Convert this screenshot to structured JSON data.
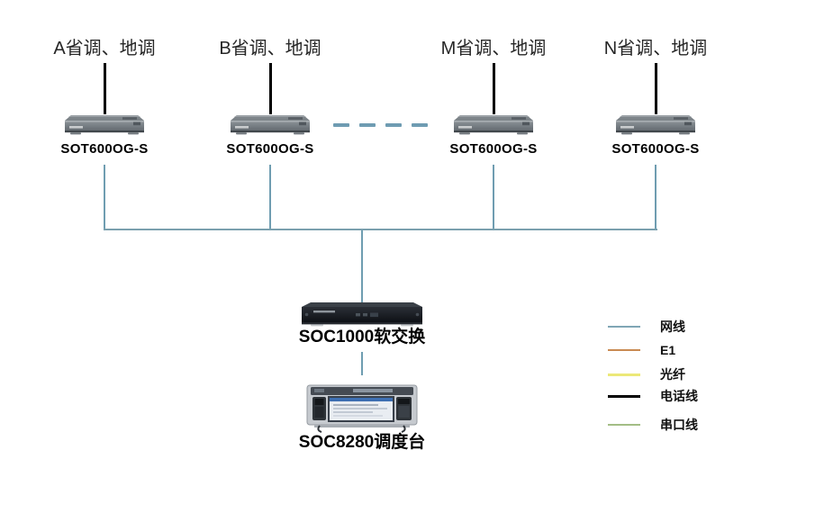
{
  "diagram": {
    "title_implicit": "",
    "top_nodes": [
      {
        "id": "A",
        "label": "A省调、地调",
        "device_label": "SOT600OG-S"
      },
      {
        "id": "B",
        "label": "B省调、地调",
        "device_label": "SOT600OG-S"
      },
      {
        "id": "M",
        "label": "M省调、地调",
        "device_label": "SOT600OG-S"
      },
      {
        "id": "N",
        "label": "N省调、地调",
        "device_label": "SOT600OG-S"
      }
    ],
    "ellipsis_between": [
      "B",
      "M"
    ],
    "core_node": {
      "device_label": "SOC1000软交换"
    },
    "console_node": {
      "device_label": "SOC8280调度台"
    },
    "legend": {
      "items": [
        {
          "label": "网线",
          "color": "#7fa6b5",
          "style": "solid"
        },
        {
          "label": "E1",
          "color": "#c98a52",
          "style": "solid"
        },
        {
          "label": "光纤",
          "color": "#ece878",
          "style": "solid"
        },
        {
          "label": "电话线",
          "color": "#000000",
          "style": "solid"
        },
        {
          "label": "串口线",
          "color": "#a3bd86",
          "style": "solid"
        }
      ]
    },
    "connection_colors": {
      "network_cable": "#6f9db1",
      "label_connector": "#000000"
    }
  }
}
